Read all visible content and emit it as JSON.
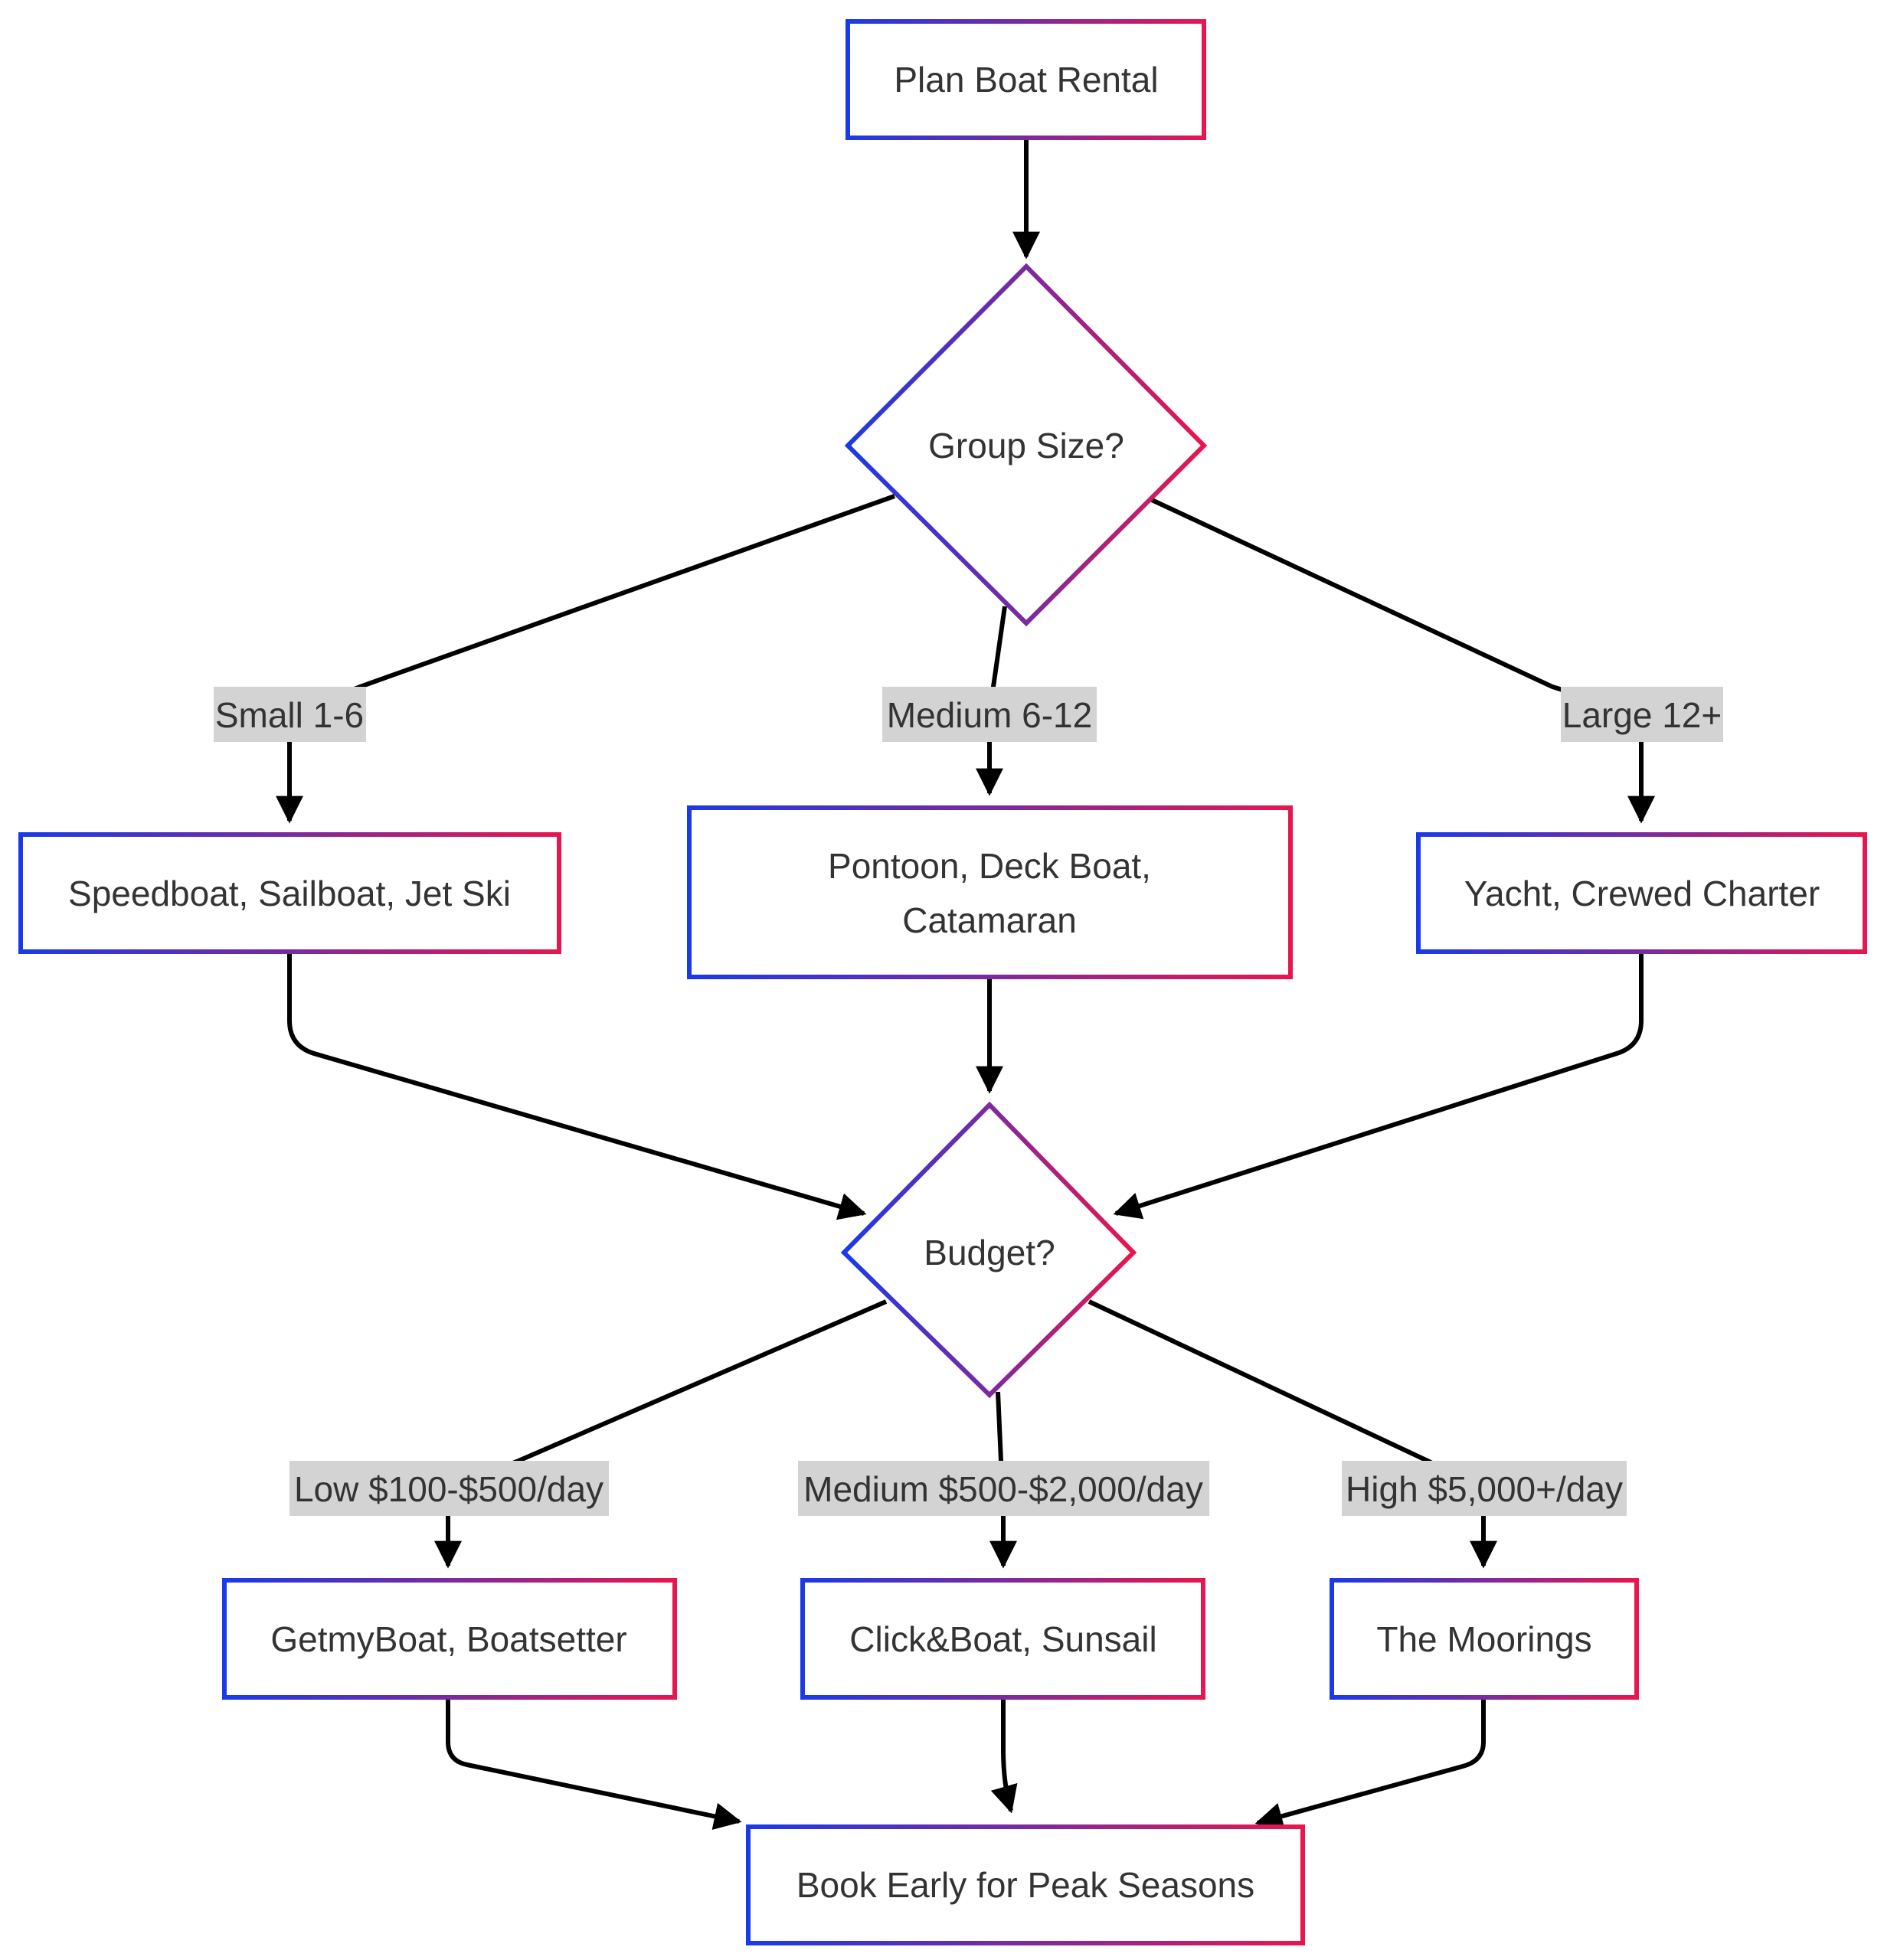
{
  "nodes": {
    "start": "Plan Boat Rental",
    "group_size": "Group Size?",
    "small_boats": "Speedboat, Sailboat, Jet Ski",
    "medium_boats_1": "Pontoon, Deck Boat,",
    "medium_boats_2": "Catamaran",
    "large_boats": "Yacht, Crewed Charter",
    "budget": "Budget?",
    "low_platforms": "GetmyBoat, Boatsetter",
    "medium_platforms": "Click&Boat, Sunsail",
    "high_platforms": "The Moorings",
    "end": "Book Early for Peak Seasons"
  },
  "edge_labels": {
    "small": "Small 1-6",
    "medium": "Medium 6-12",
    "large": "Large 12+",
    "low_budget": "Low $100-$500/day",
    "medium_budget": "Medium $500-$2,000/day",
    "high_budget": "High $5,000+/day"
  },
  "colors": {
    "gradient_start": "#1a3ae8",
    "gradient_mid": "#7b2a9e",
    "gradient_end": "#e8164e",
    "edge": "#000000",
    "label_bg": "#d3d3d3",
    "text": "#333333"
  }
}
